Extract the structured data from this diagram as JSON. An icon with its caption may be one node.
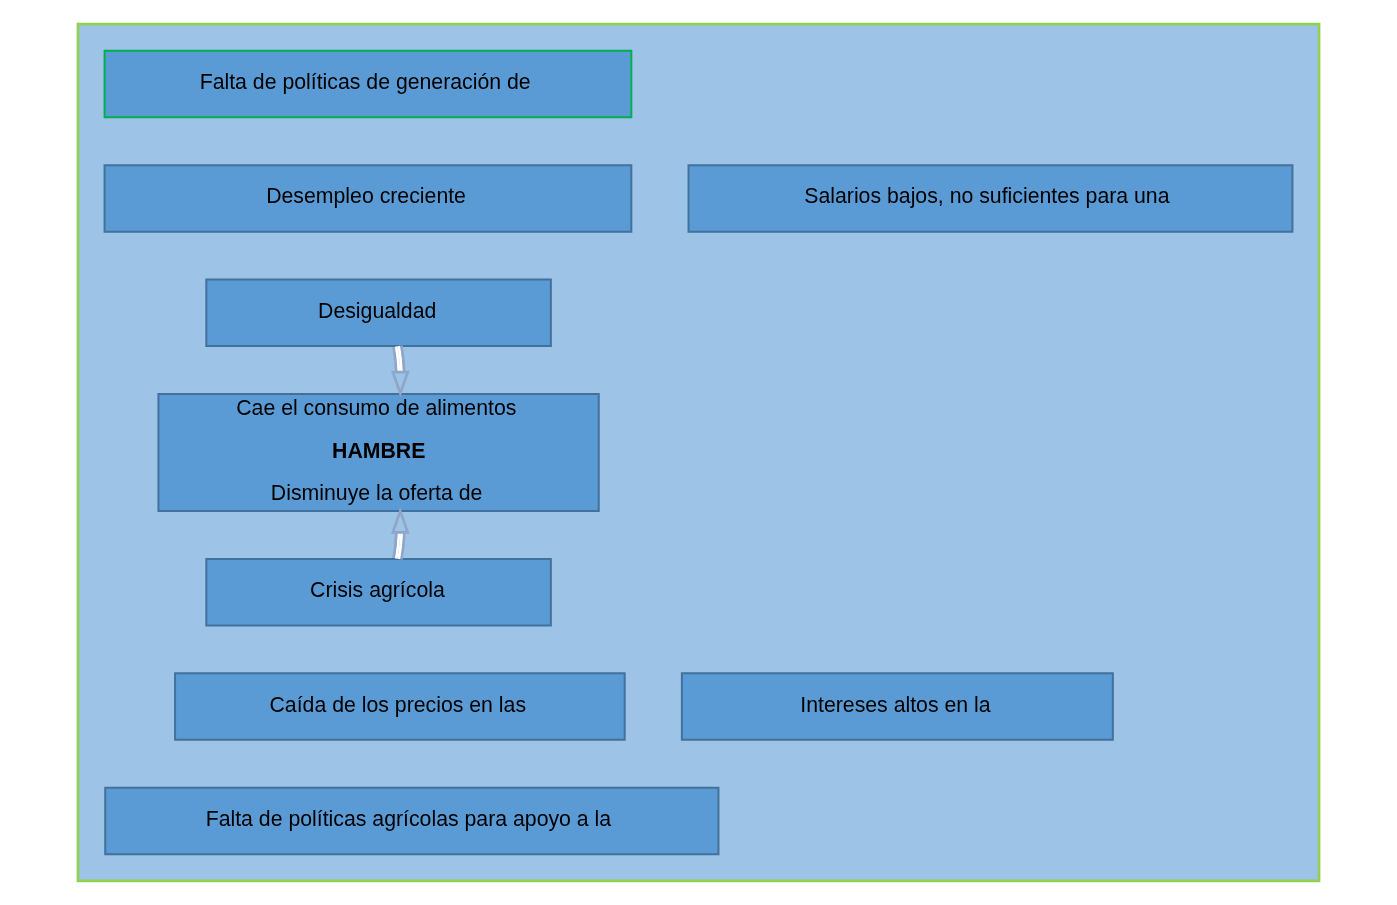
{
  "diagram": {
    "nodes": [
      {
        "text": [],
        "shape": "box"
      },
      {
        "text": [
          "Falta de políticas de generación de"
        ],
        "in": 0
      },
      {
        "text": [
          "Desempleo creciente"
        ],
        "in": 0
      },
      {
        "text": [
          "Salarios bajos, no suficientes para una"
        ],
        "in": 0
      },
      {
        "text": [
          "Desigualdad"
        ],
        "in": 0
      },
      {
        "text": [
          "Cae el consumo de alimentos",
          "HAMBRE",
          "Disminuye la oferta de"
        ],
        "in": 0
      },
      {
        "text": [
          "Crisis agrícola"
        ],
        "in": 0
      },
      {
        "text": [
          "Caída de los precios en las"
        ],
        "in": 0
      },
      {
        "text": [
          "Intereses altos en la"
        ],
        "in": 0
      },
      {
        "text": [
          "Falta de políticas agrícolas para apoyo a la"
        ],
        "in": 0
      }
    ],
    "edges": [
      {
        "from": 4,
        "to": 5,
        "arrow": "to"
      },
      {
        "from": 6,
        "to": 5,
        "arrow": "to"
      }
    ]
  }
}
